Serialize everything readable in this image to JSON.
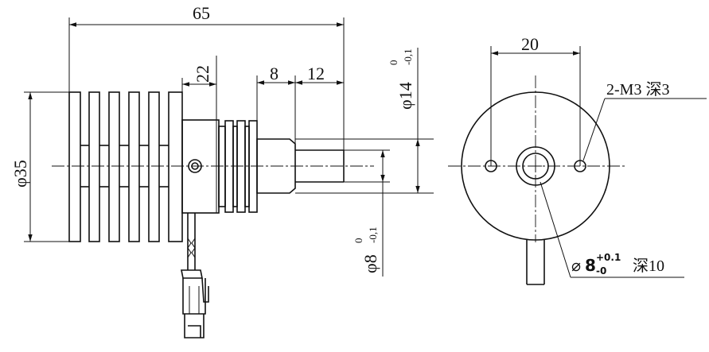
{
  "side_view": {
    "dim_length_total": "65",
    "dim_body_length": "22",
    "dim_collar": "8",
    "dim_shaft": "12",
    "dim_outer_dia": "φ35",
    "dim_shaft_dia": {
      "symbol": "φ14",
      "upper_tol": "0",
      "lower_tol": "-0,1"
    },
    "dim_tip_dia": {
      "symbol": "φ8",
      "upper_tol": "0",
      "lower_tol": "-0,1"
    }
  },
  "front_view": {
    "dim_hole_spacing": "20",
    "note_threads": "2-M3  深3",
    "note_bore": {
      "prefix": "⌀",
      "value": "8",
      "upper_tol": "+0.1",
      "lower_tol": "-0",
      "suffix": "深10"
    }
  }
}
